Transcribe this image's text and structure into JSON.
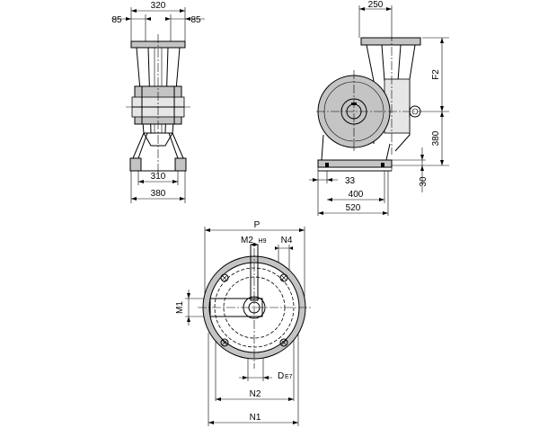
{
  "drawing": {
    "front_view": {
      "dim_top_width": "320",
      "dim_left_offset": "85",
      "dim_right_offset": "85",
      "dim_foot_spacing": "310",
      "dim_base_width": "380"
    },
    "side_view": {
      "dim_top_offset": "250",
      "dim_height_F2": "F2",
      "dim_shaft_height": "380",
      "dim_foot_thickness": "30",
      "dim_foot_offset": "33",
      "dim_foot_length": "400",
      "dim_total_length": "520"
    },
    "flange_view": {
      "label_P": "P",
      "label_M2": "M2",
      "label_H9": "H9",
      "label_N4": "N4",
      "label_M1": "M1",
      "label_D": "D",
      "label_E7": "E7",
      "label_N2": "N2",
      "label_N1": "N1"
    }
  }
}
